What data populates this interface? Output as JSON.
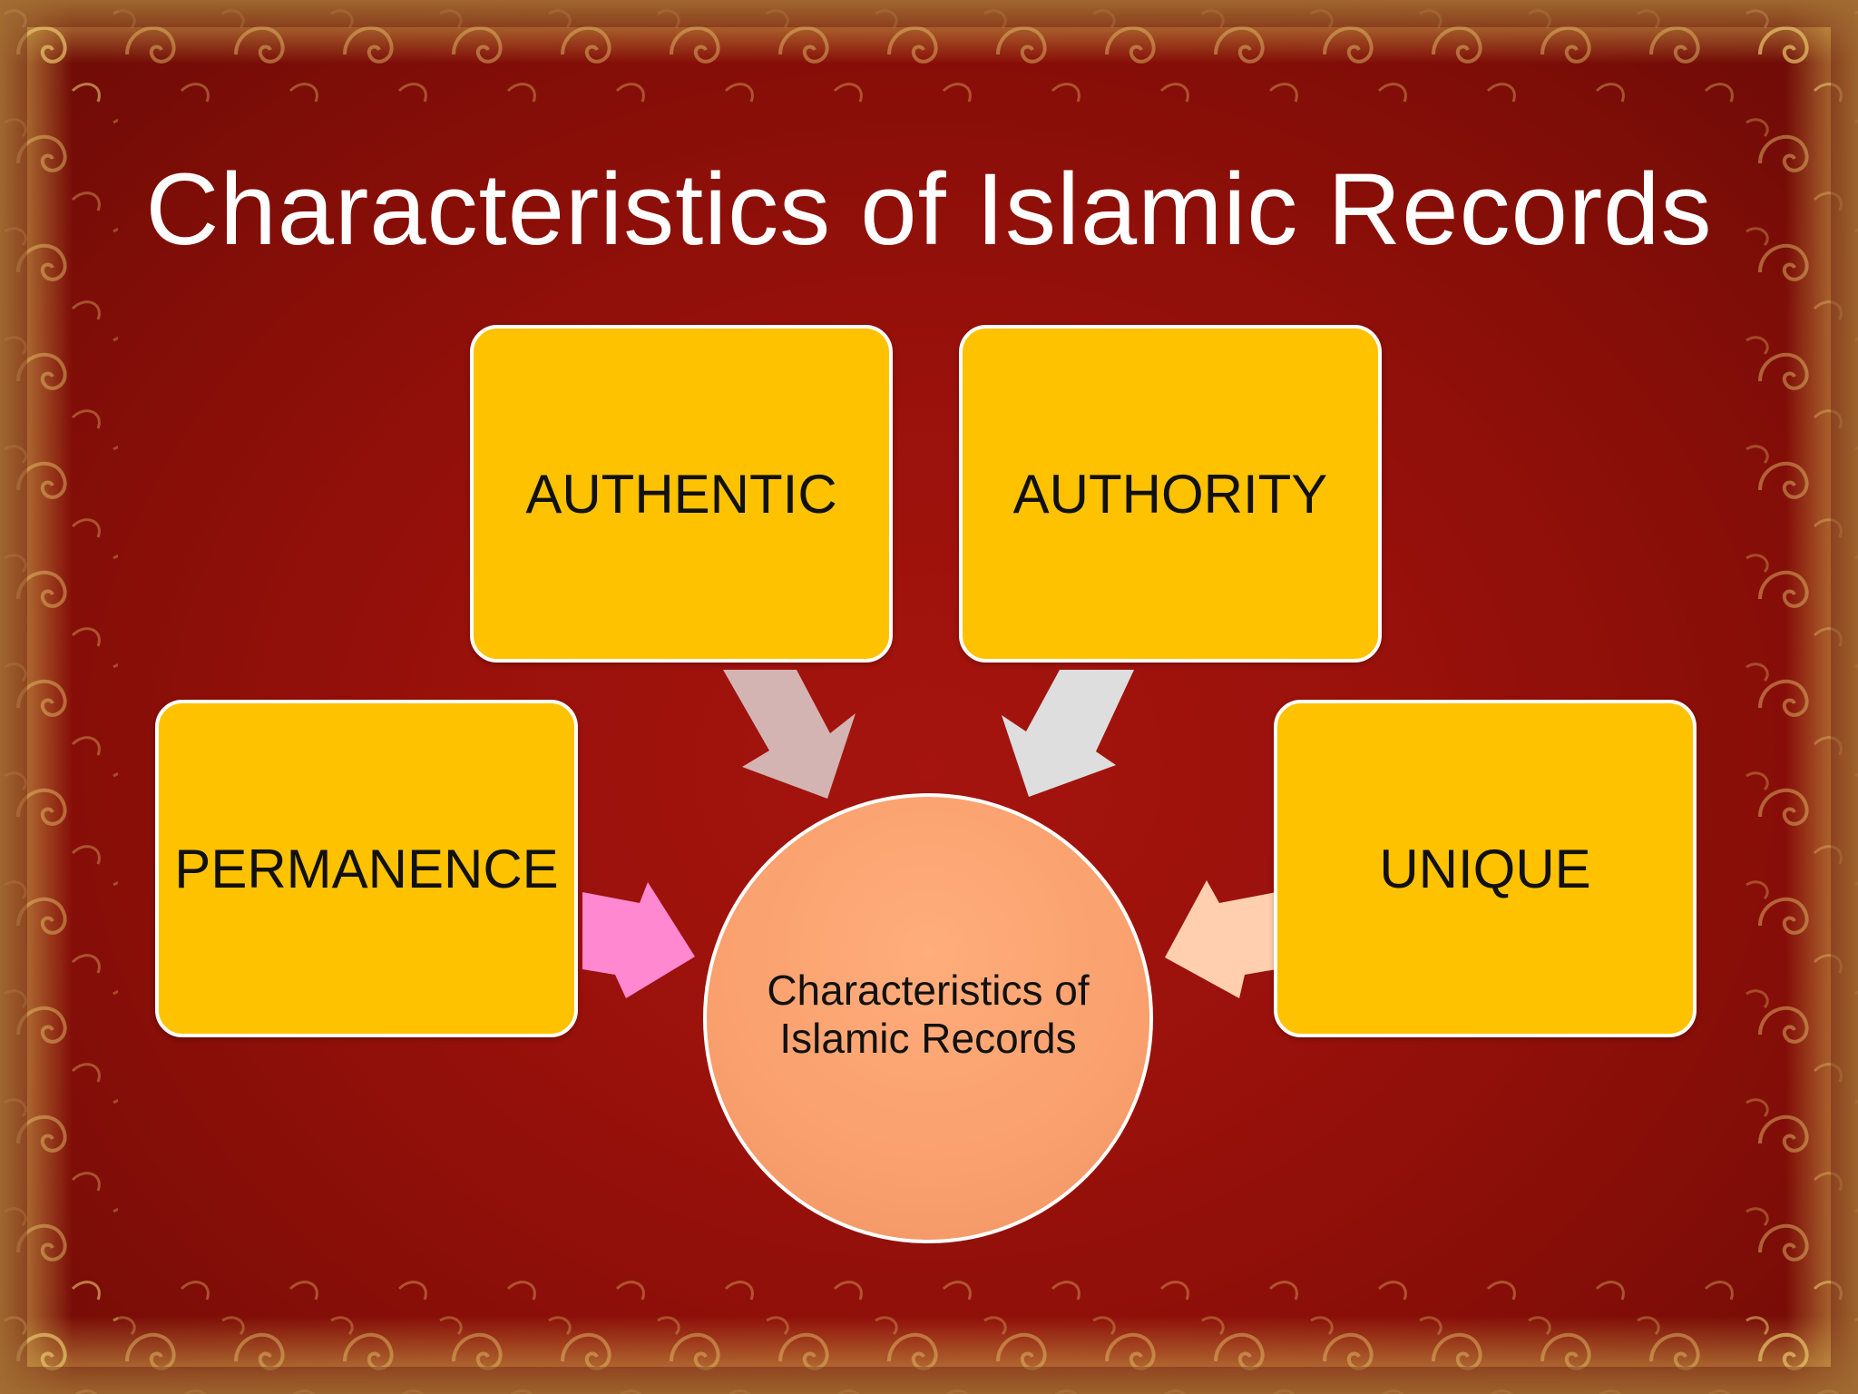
{
  "slide": {
    "title": "Characteristics of Islamic Records"
  },
  "diagram": {
    "center": {
      "label": "Characteristics of Islamic Records"
    },
    "nodes": [
      {
        "label": "AUTHENTIC",
        "arrow_color": "#d3b4b2"
      },
      {
        "label": "AUTHORITY",
        "arrow_color": "#dedede"
      },
      {
        "label": "PERMANENCE",
        "arrow_color": "#ff88d0"
      },
      {
        "label": "UNIQUE",
        "arrow_color": "#ffcfb0"
      }
    ]
  },
  "colors": {
    "background": "#9a110b",
    "node_fill": "#ffc200",
    "center_fill": "#ffa673",
    "text_title": "#ffffff",
    "border": "#ffffff"
  }
}
